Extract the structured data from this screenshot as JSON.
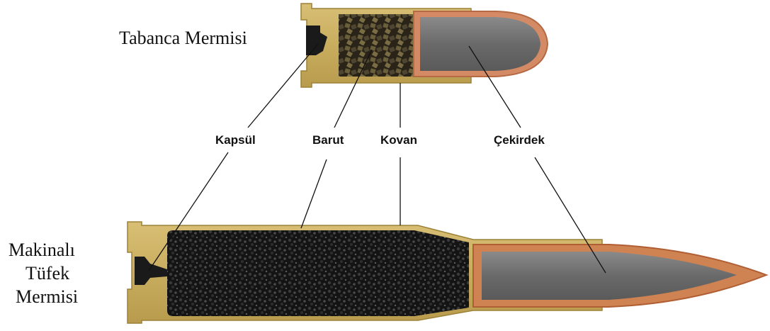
{
  "titles": {
    "pistol": "Tabanca Mermisi",
    "mg_line1": "Makinalı",
    "mg_line2": "Tüfek",
    "mg_line3": "Mermisi"
  },
  "parts": {
    "primer": "Kapsül",
    "powder": "Barut",
    "case": "Kovan",
    "bullet": "Çekirdek"
  },
  "colors": {
    "brass": "#cdb164",
    "brass_dark": "#a88c3c",
    "powder": "#1b1b1b",
    "copper": "#c96b3c",
    "lead": "#6f6f6f"
  }
}
